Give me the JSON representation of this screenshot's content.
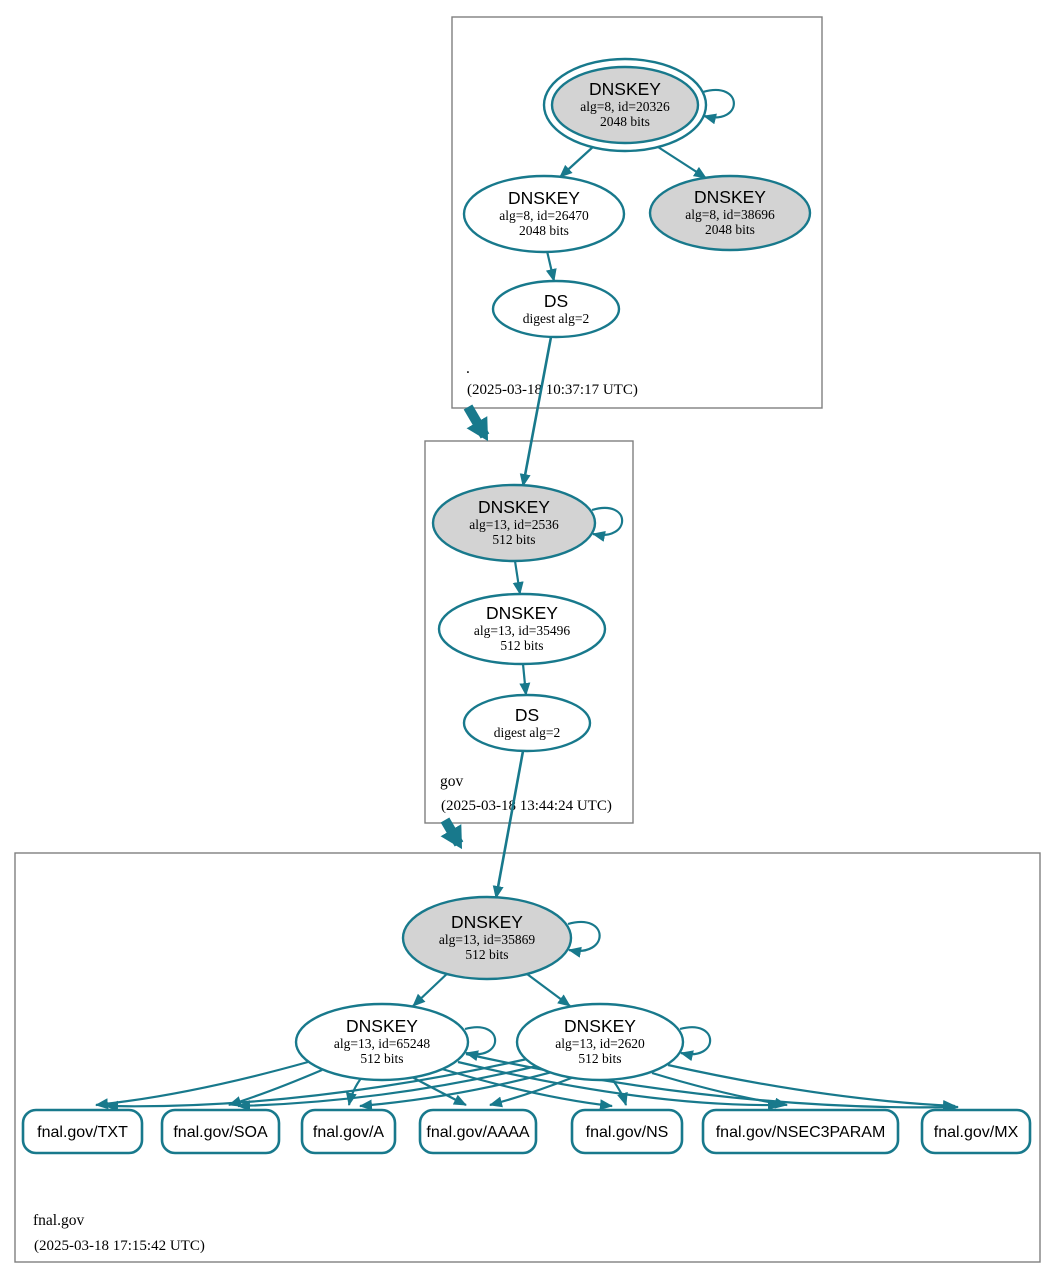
{
  "colors": {
    "edge_teal": "#18798c",
    "node_gray": "#d3d3d3",
    "node_white": "#ffffff",
    "box_border": "#7f7f7f",
    "text": "#000000"
  },
  "zones": [
    {
      "name": ".",
      "timestamp": "(2025-03-18 10:37:17 UTC)",
      "nodes": {
        "ksk": {
          "title": "DNSKEY",
          "detail": "alg=8, id=20326",
          "size": "2048 bits"
        },
        "zsk": {
          "title": "DNSKEY",
          "detail": "alg=8, id=26470",
          "size": "2048 bits"
        },
        "key3": {
          "title": "DNSKEY",
          "detail": "alg=8, id=38696",
          "size": "2048 bits"
        },
        "ds": {
          "title": "DS",
          "detail": "digest alg=2"
        }
      }
    },
    {
      "name": "gov",
      "timestamp": "(2025-03-18 13:44:24 UTC)",
      "nodes": {
        "ksk": {
          "title": "DNSKEY",
          "detail": "alg=13, id=2536",
          "size": "512 bits"
        },
        "zsk": {
          "title": "DNSKEY",
          "detail": "alg=13, id=35496",
          "size": "512 bits"
        },
        "ds": {
          "title": "DS",
          "detail": "digest alg=2"
        }
      }
    },
    {
      "name": "fnal.gov",
      "timestamp": "(2025-03-18 17:15:42 UTC)",
      "nodes": {
        "ksk": {
          "title": "DNSKEY",
          "detail": "alg=13, id=35869",
          "size": "512 bits"
        },
        "zsk1": {
          "title": "DNSKEY",
          "detail": "alg=13, id=65248",
          "size": "512 bits"
        },
        "zsk2": {
          "title": "DNSKEY",
          "detail": "alg=13, id=2620",
          "size": "512 bits"
        },
        "rrsets": [
          {
            "label": "fnal.gov/TXT"
          },
          {
            "label": "fnal.gov/SOA"
          },
          {
            "label": "fnal.gov/A"
          },
          {
            "label": "fnal.gov/AAAA"
          },
          {
            "label": "fnal.gov/NS"
          },
          {
            "label": "fnal.gov/NSEC3PARAM"
          },
          {
            "label": "fnal.gov/MX"
          }
        ]
      }
    }
  ]
}
